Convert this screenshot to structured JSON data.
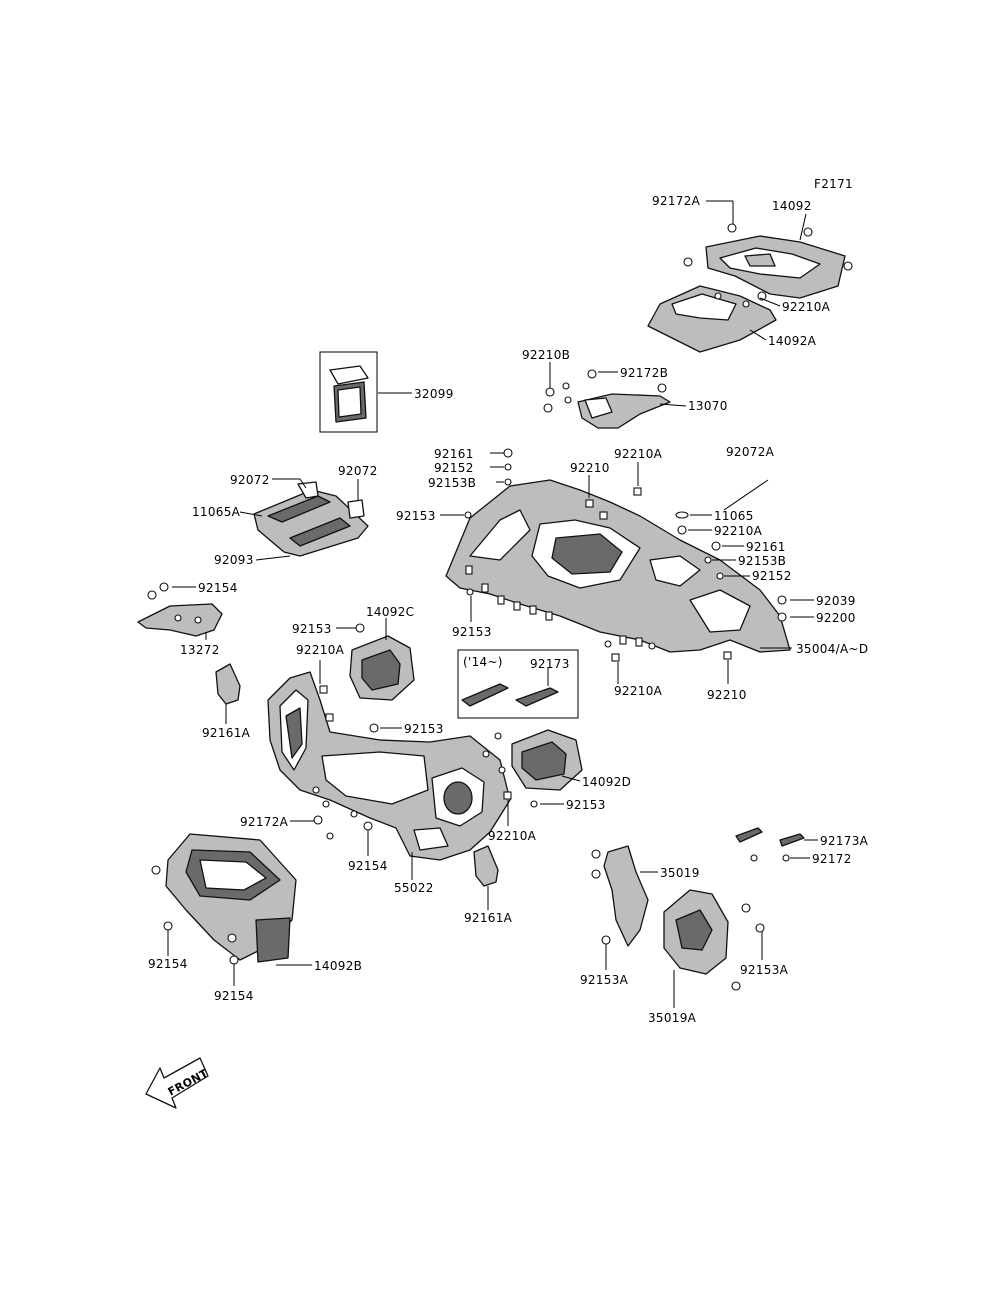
{
  "figure_code": "F2171",
  "front_label": "FRONT",
  "inset_year": "('14~)",
  "labels": [
    "14092",
    "92172A",
    "92210A",
    "14092A",
    "92210B",
    "92172B",
    "13070",
    "32099",
    "92072",
    "92072",
    "11065A",
    "92093",
    "92161",
    "92152",
    "92153B",
    "92153",
    "92210",
    "92210A",
    "92072A",
    "11065",
    "92210A",
    "92161",
    "92153B",
    "92152",
    "92039",
    "92200",
    "35004/A~D",
    "92210A",
    "92210",
    "92153",
    "92154",
    "13272",
    "92161A",
    "14092C",
    "92153",
    "92210A",
    "92153",
    "92173",
    "14092D",
    "92153",
    "92210A",
    "92172A",
    "92154",
    "55022",
    "92161A",
    "92154",
    "92154",
    "14092B",
    "35019",
    "92153A",
    "35019A",
    "92153A",
    "92173A",
    "92172"
  ]
}
